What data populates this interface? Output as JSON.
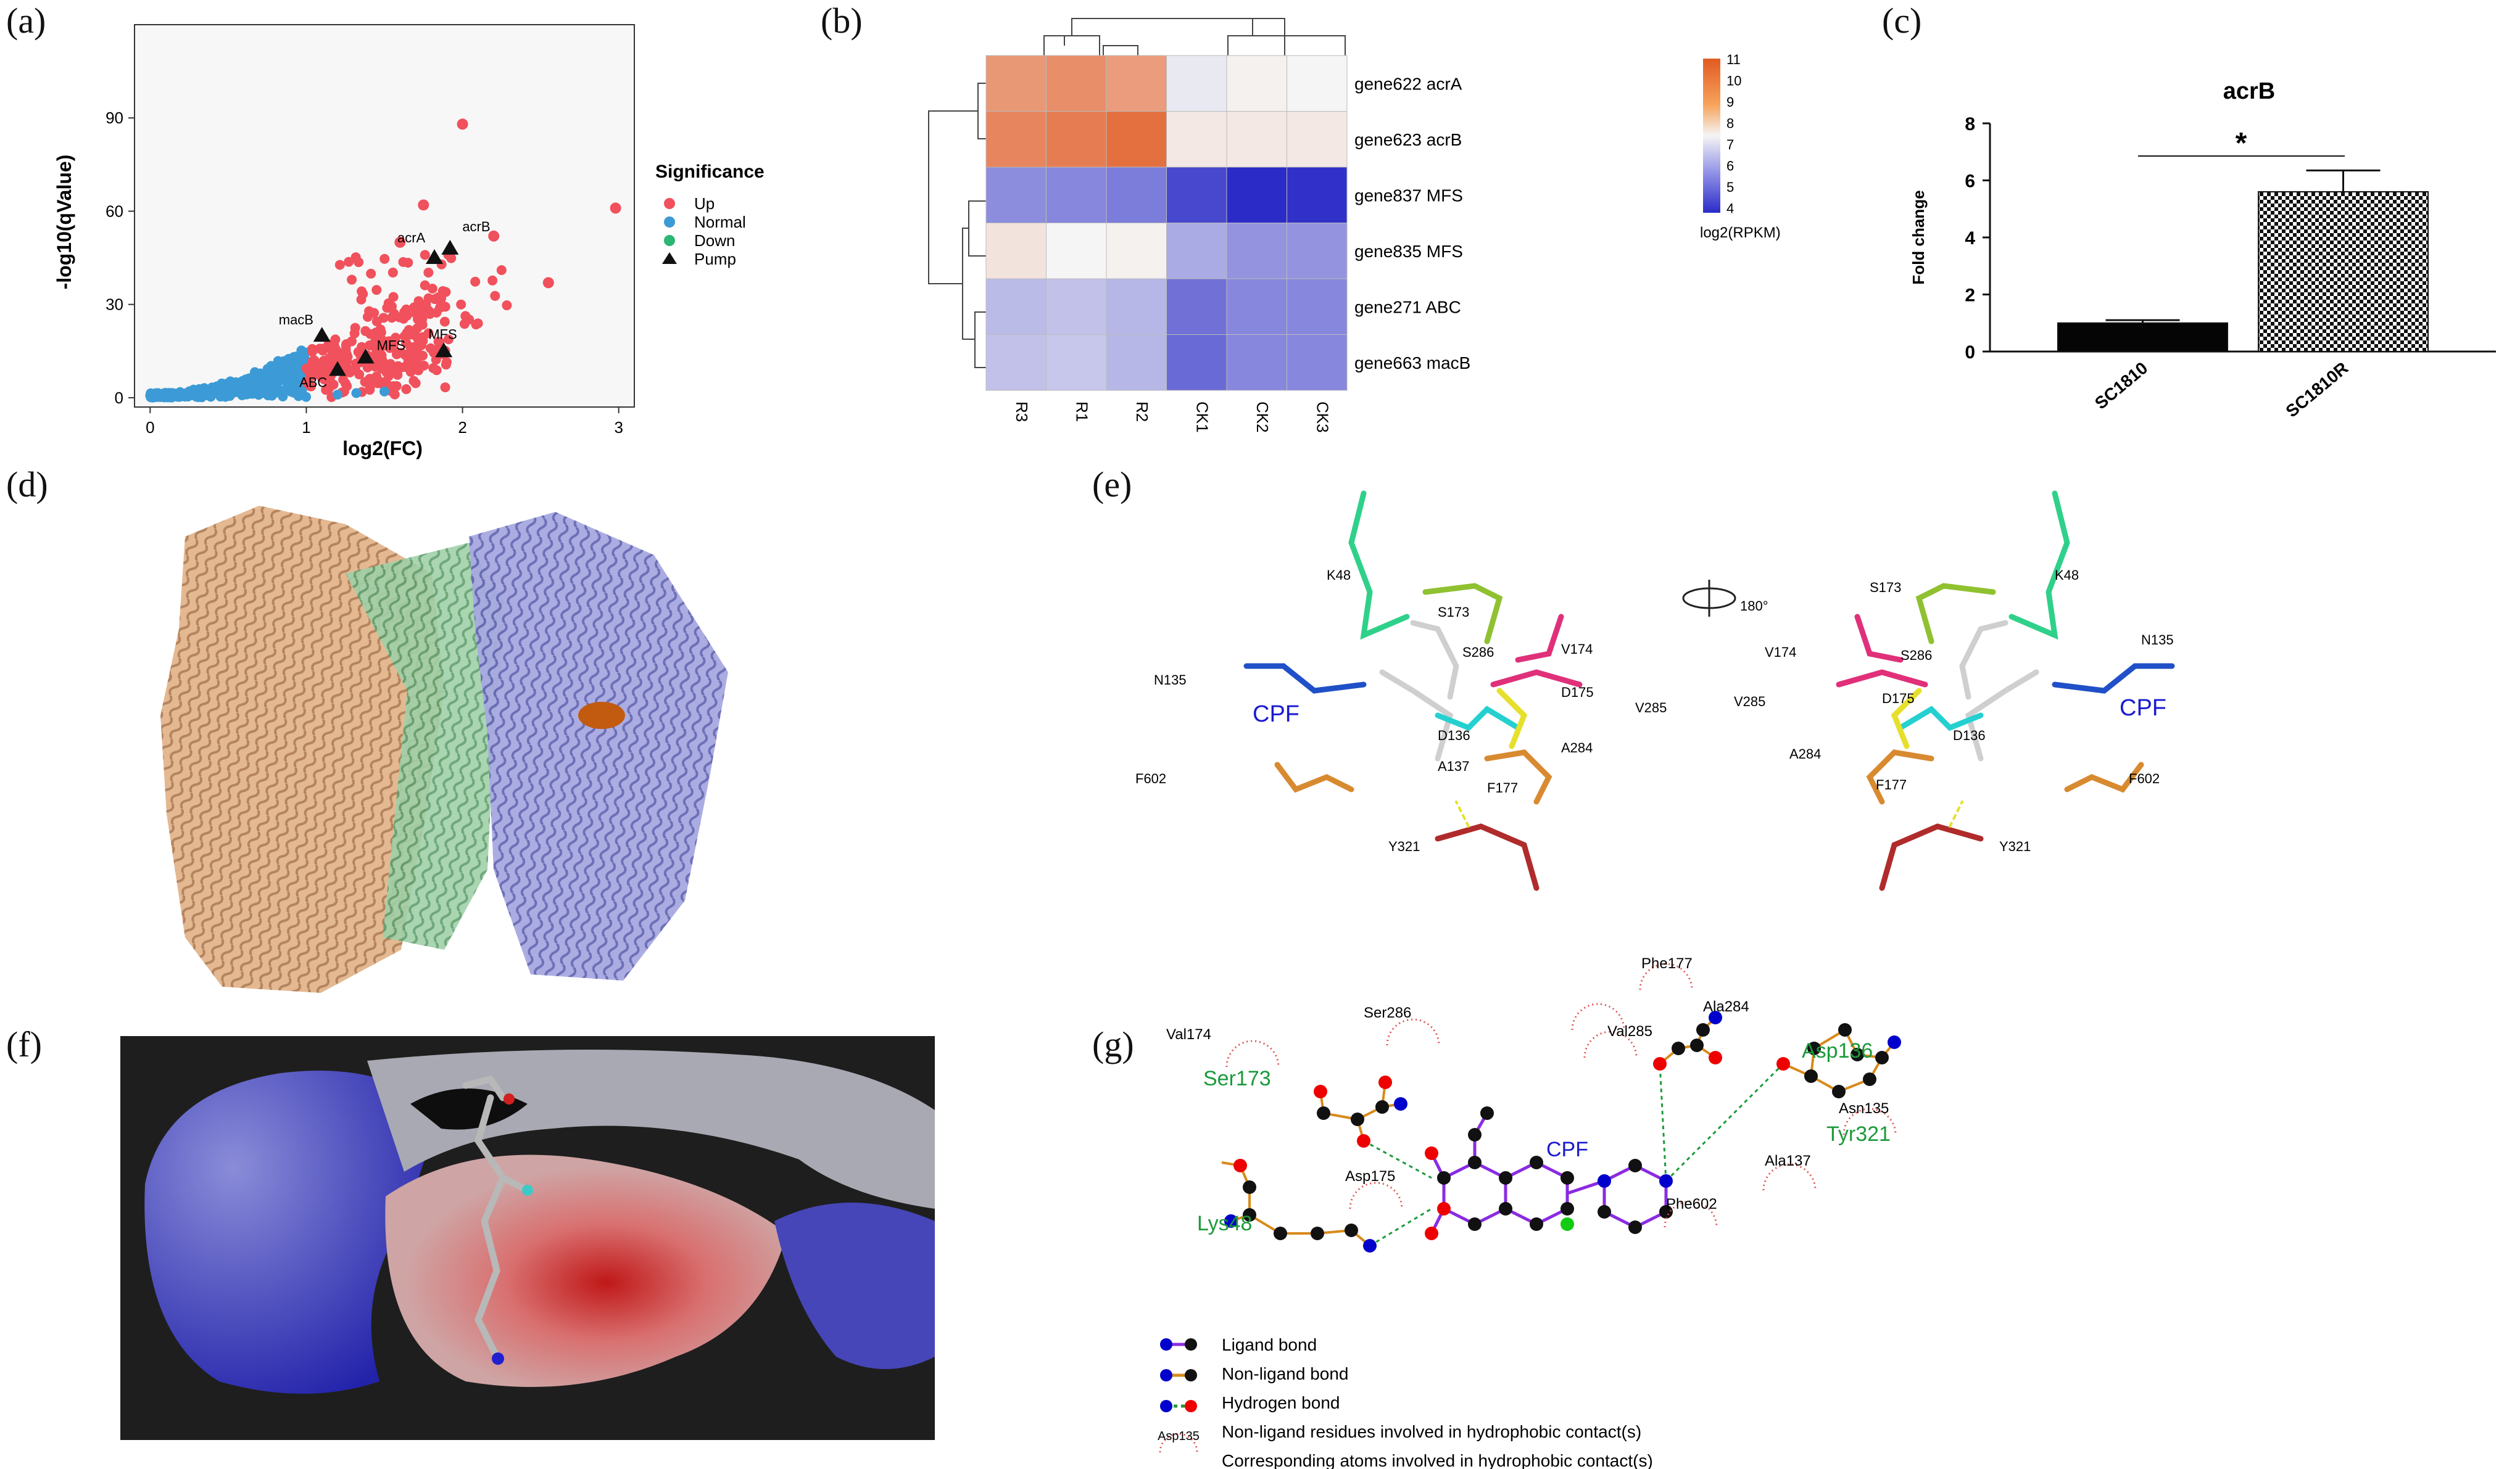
{
  "panel_labels": [
    "(a)",
    "(b)",
    "(c)",
    "(d)",
    "(e)",
    "(f)",
    "(g)"
  ],
  "chart_data": [
    {
      "panel": "(a)",
      "type": "scatter",
      "xlabel": "log2(FC)",
      "ylabel": "-log10(qValue)",
      "xlim": [
        -0.1,
        3.1
      ],
      "ylim": [
        -3,
        120
      ],
      "xticks": [
        "0",
        "1",
        "2",
        "3"
      ],
      "yticks": [
        "0",
        "30",
        "60",
        "90"
      ],
      "legend": {
        "title": "Significance",
        "entries": [
          {
            "label": "Up",
            "color": "#f0515c"
          },
          {
            "label": "Normal",
            "color": "#3c9bd6"
          },
          {
            "label": "Down",
            "color": "#2bb673"
          },
          {
            "label": "Pump",
            "color": "#111111"
          }
        ]
      },
      "annotations": [
        {
          "label": "acrA",
          "x": 1.82,
          "y": 45
        },
        {
          "label": "acrB",
          "x": 1.92,
          "y": 48
        },
        {
          "label": "macB",
          "x": 1.1,
          "y": 20
        },
        {
          "label": "ABC",
          "x": 1.2,
          "y": 9
        },
        {
          "label": "MFS",
          "x": 1.38,
          "y": 13
        },
        {
          "label": "MFS",
          "x": 1.88,
          "y": 15
        }
      ],
      "outliers_up": [
        [
          2.0,
          88
        ],
        [
          2.98,
          61
        ],
        [
          1.75,
          62
        ],
        [
          2.55,
          37
        ],
        [
          2.2,
          52
        ],
        [
          1.6,
          50
        ]
      ]
    },
    {
      "panel": "(b)",
      "type": "heatmap",
      "columns": [
        "R3",
        "R1",
        "R2",
        "CK1",
        "CK2",
        "CK3"
      ],
      "rows": [
        "gene622 acrA",
        "gene623 acrB",
        "gene837 MFS",
        "gene835 MFS",
        "gene271 ABC",
        "gene663 macB"
      ],
      "values": [
        [
          9.6,
          9.8,
          9.5,
          7.3,
          7.6,
          7.5
        ],
        [
          10.0,
          10.2,
          10.5,
          7.8,
          7.8,
          7.8
        ],
        [
          5.7,
          5.6,
          5.4,
          4.5,
          4.0,
          4.1
        ],
        [
          7.9,
          7.5,
          7.6,
          6.2,
          5.8,
          5.8
        ],
        [
          6.5,
          6.6,
          6.4,
          5.2,
          5.6,
          5.6
        ],
        [
          6.6,
          6.7,
          6.4,
          5.1,
          5.6,
          5.6
        ]
      ],
      "legend_label": "log2(RPKM)",
      "legend_ticks": [
        "11",
        "10",
        "9",
        "8",
        "7",
        "6",
        "5",
        "4"
      ],
      "colors": {
        "low": "#2b2bc8",
        "mid": "#f5f5f5",
        "high": "#e15a22"
      }
    },
    {
      "panel": "(c)",
      "type": "bar",
      "title": "acrB",
      "ylabel": "Fold change",
      "categories": [
        "SC1810",
        "SC1810R"
      ],
      "values": [
        1.0,
        5.6
      ],
      "errors": [
        0.1,
        0.75
      ],
      "ylim": [
        0,
        8
      ],
      "yticks": [
        "0",
        "2",
        "4",
        "6",
        "8"
      ],
      "significance": "*"
    }
  ],
  "panel_e": {
    "view_label": "180°",
    "ligand_label": "CPF",
    "left_residues": [
      "K48",
      "S173",
      "S286",
      "V174",
      "N135",
      "D175",
      "V285",
      "D136",
      "A284",
      "A137",
      "F177",
      "F602",
      "Y321"
    ],
    "right_residues": [
      "S173",
      "K48",
      "V174",
      "S286",
      "N135",
      "V285",
      "D175",
      "D136",
      "A284",
      "F177",
      "F602",
      "Y321"
    ]
  },
  "panel_g": {
    "ligand_label": "CPF",
    "hbond_residues": [
      "Ser173",
      "Asp136",
      "Lys48",
      "Tyr321"
    ],
    "hydrophobic_residues": [
      "Phe177",
      "Ala284",
      "Val174",
      "Ser286",
      "Val285",
      "Asn135",
      "Ala137",
      "Asp175",
      "Phe602"
    ],
    "legend": [
      "Ligand bond",
      "Non-ligand bond",
      "Hydrogen bond",
      "Non-ligand residues involved in hydrophobic contact(s)",
      "Corresponding atoms involved in hydrophobic contact(s)"
    ],
    "legend_example_residue": "Asp135"
  }
}
